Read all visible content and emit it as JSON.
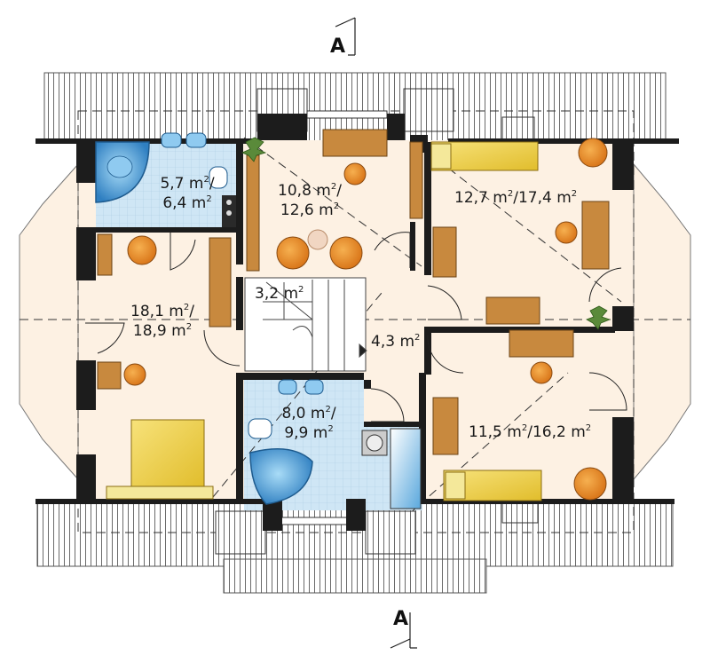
{
  "section_mark": "A",
  "rooms": {
    "bathroom_top": {
      "line1": "5,7 m",
      "line2": "6,4 m",
      "sep": "/"
    },
    "study": {
      "line1": "10,8 m",
      "line2": "12,6 m",
      "sep": "/"
    },
    "bedroom_ne": {
      "a": "12,7 m",
      "b": "17,4 m",
      "sep": "/"
    },
    "bedroom_w": {
      "line1": "18,1 m",
      "line2": "18,9 m",
      "sep": "/"
    },
    "stairs": {
      "line1": "3,2 m"
    },
    "hall": {
      "line1": "4,3 m"
    },
    "bathroom_center": {
      "line1": "8,0 m",
      "line2": "9,9 m",
      "sep": "/"
    },
    "bedroom_se": {
      "a": "11,5 m",
      "b": "16,2 m",
      "sep": "/"
    }
  },
  "unit_exp": "2",
  "colors": {
    "floor": "#fdf1e3",
    "tile": "#cfe6f5",
    "wall": "#1c1c1c",
    "wood": "#c8893e",
    "bed": "#f0d64a",
    "chair": "#e8891f"
  }
}
